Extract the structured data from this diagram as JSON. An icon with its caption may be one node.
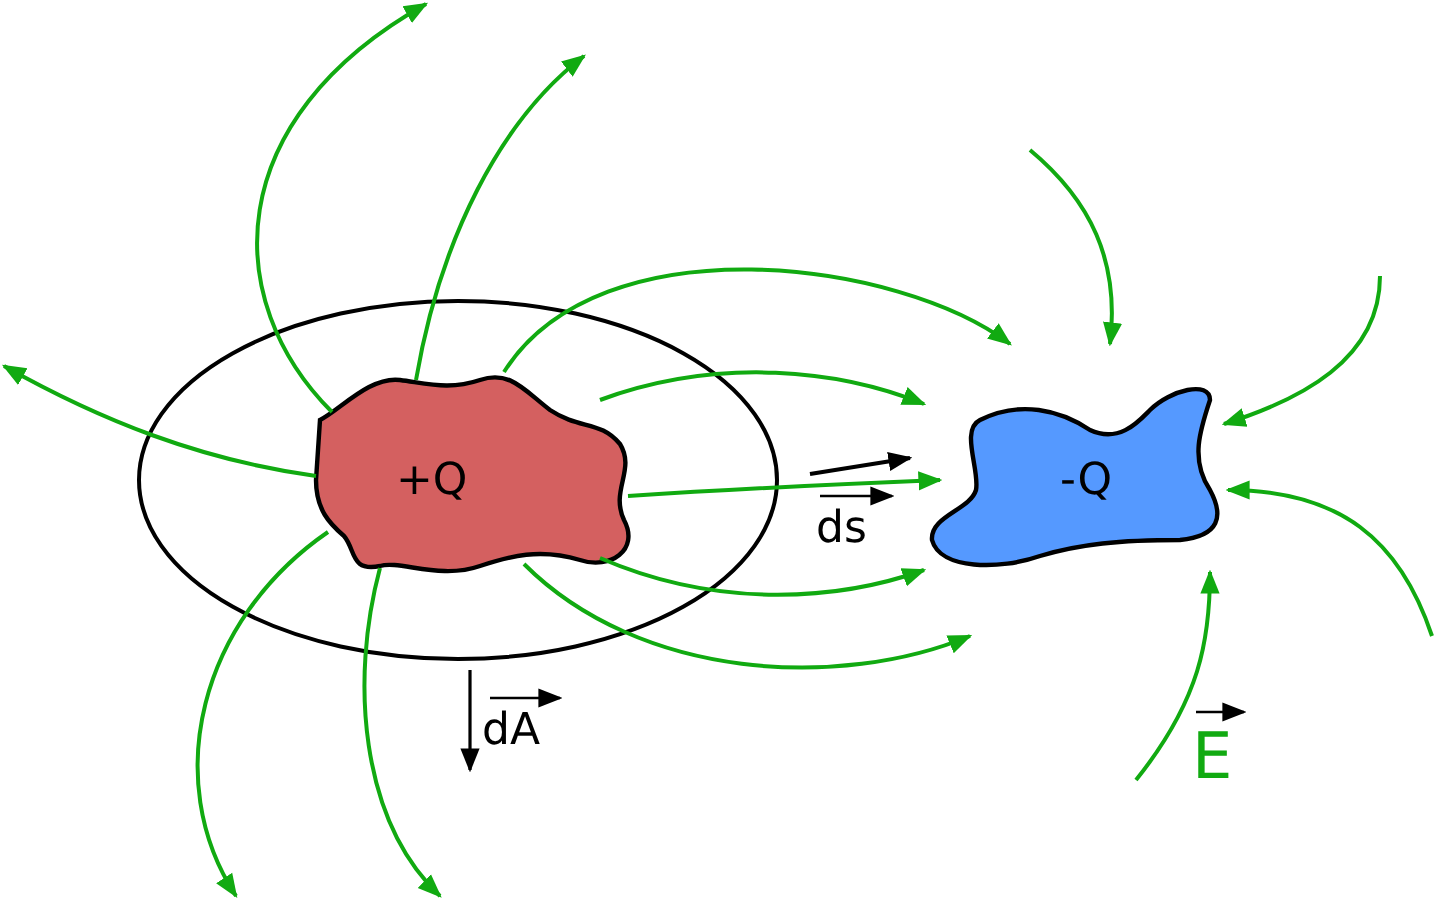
{
  "diagram": {
    "nodes": [
      {
        "text": [],
        "shape": "ellipse"
      },
      {
        "text": [
          "+Q"
        ],
        "in": 0
      },
      {
        "text": [
          "-Q"
        ]
      }
    ],
    "edges": [
      {
        "from": 1,
        "to": 2,
        "arrow": "to"
      },
      {
        "from": 1,
        "to": 2,
        "arrow": "to"
      },
      {
        "from": 1,
        "to": 2,
        "arrow": "to"
      },
      {
        "from": 1,
        "to": 2,
        "arrow": "to"
      },
      {
        "from": 1,
        "to": 2,
        "arrow": "to"
      },
      {
        "from": 1,
        "to": null,
        "arrow": "to"
      },
      {
        "from": 1,
        "to": null,
        "arrow": "to"
      },
      {
        "from": 1,
        "to": null,
        "arrow": "to"
      },
      {
        "from": 1,
        "to": null,
        "arrow": "to"
      },
      {
        "from": 1,
        "to": null,
        "arrow": "to"
      },
      {
        "from": null,
        "to": 2,
        "arrow": "to"
      },
      {
        "from": null,
        "to": 2,
        "arrow": "to"
      },
      {
        "from": null,
        "to": 2,
        "arrow": "to"
      },
      {
        "from": null,
        "to": 2,
        "arrow": "to"
      }
    ],
    "labels": [
      "ds",
      "dA",
      "E"
    ]
  }
}
